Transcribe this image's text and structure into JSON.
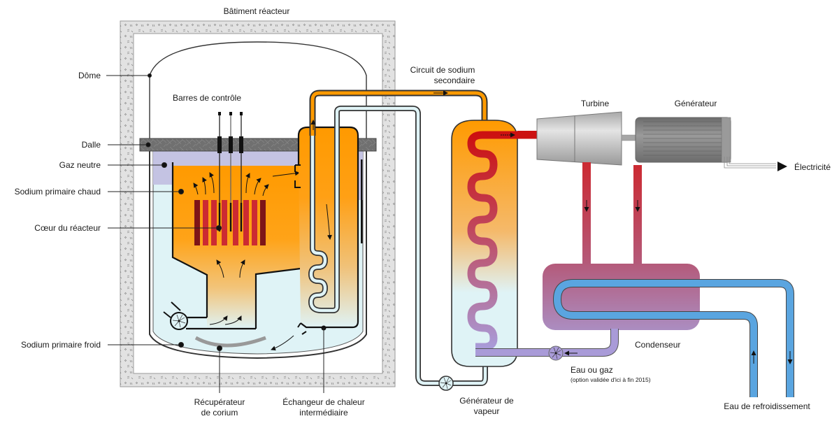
{
  "title": "Réacteur à neutrons rapides refroidi au sodium — schéma de principe",
  "labels": {
    "building": "Bâtiment réacteur",
    "dome": "Dôme",
    "control_rods": "Barres de contrôle",
    "slab": "Dalle",
    "neutral_gas": "Gaz neutre",
    "hot_primary_sodium": "Sodium primaire chaud",
    "reactor_core": "Cœur du réacteur",
    "cold_primary_sodium": "Sodium primaire froid",
    "core_catcher_line1": "Récupérateur",
    "core_catcher_line2": "de corium",
    "ihx_line1": "Échangeur de chaleur",
    "ihx_line2": "intermédiaire",
    "secondary_circuit_line1": "Circuit de sodium",
    "secondary_circuit_line2": "secondaire",
    "steam_generator_line1": "Générateur de",
    "steam_generator_line2": "vapeur",
    "turbine": "Turbine",
    "generator": "Générateur",
    "electricity": "Électricité",
    "condenser": "Condenseur",
    "water_or_gas": "Eau ou gaz",
    "water_or_gas_note": "(option validée d'ici à fin 2015)",
    "cooling_water": "Eau de refroidissement"
  },
  "colors": {
    "hot_sodium": "#ff9a00",
    "cold_sodium": "#dff3f6",
    "neutral_gas": "#c4c3e3",
    "slab": "#6e6e6e",
    "concrete": "#e2e2e2",
    "fuel_rod": "#cc2a32",
    "fuel_rod_dark": "#7e1518",
    "steam": "#cc1111",
    "condenser_top": "#b45a7a",
    "condenser_bottom": "#ab8dc1",
    "feedwater": "#a99bd8",
    "cooling_water": "#5aa5e0",
    "turbine": "#bdbdbd",
    "generator": "#8a8a8a"
  }
}
